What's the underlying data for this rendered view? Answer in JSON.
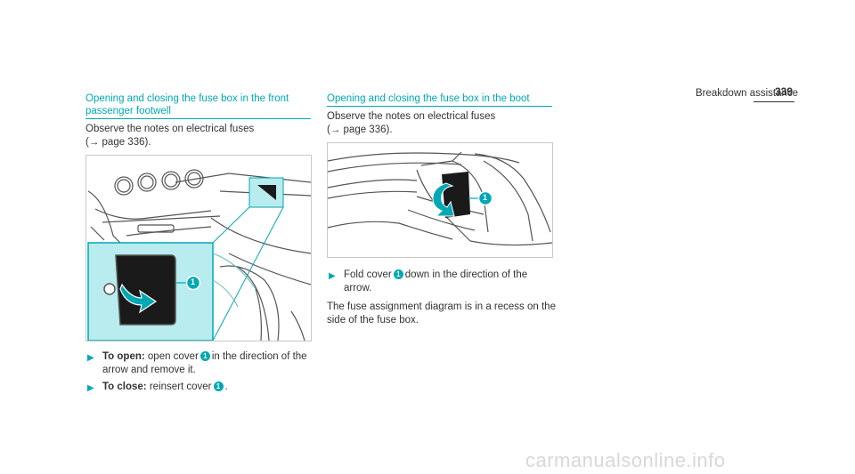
{
  "header": {
    "section": "Breakdown assistance",
    "page": "339"
  },
  "left": {
    "heading_line1": "Opening and closing the fuse box in the front",
    "heading_line2": "passenger footwell",
    "observe_line1": "Observe the notes on electrical fuses",
    "observe_line2": "(→ page 336).",
    "callout": "1",
    "step1_label": "To open:",
    "step1_text1": "open cover",
    "step1_text2": "in the direction of the",
    "step1_text3": "arrow and remove it.",
    "step2_label": "To close:",
    "step2_text1": "reinsert cover",
    "step2_text2": "."
  },
  "right": {
    "heading": "Opening and closing the fuse box in the boot",
    "observe_line1": "Observe the notes on electrical fuses",
    "observe_line2": "(→ page 336).",
    "callout": "1",
    "step1_text1": "Fold cover",
    "step1_text2": "down in the direction of the",
    "step1_text3": "arrow.",
    "note_line1": "The fuse assignment diagram is in a recess on the",
    "note_line2": "side of the fuse box."
  },
  "watermark": "carmanualsonline.info",
  "colors": {
    "accent": "#00a8b4",
    "accent_light": "#b8ecee"
  }
}
